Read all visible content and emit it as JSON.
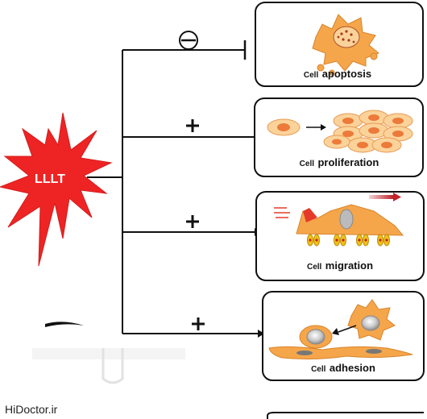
{
  "source_label": "LLLT",
  "effects": [
    {
      "sign": "minus",
      "cell_word": "Cell",
      "process_word": "apoptosis"
    },
    {
      "sign": "+",
      "cell_word": "Cell",
      "process_word": "proliferation"
    },
    {
      "sign": "+",
      "cell_word": "Cell",
      "process_word": "migration"
    },
    {
      "sign": "+",
      "cell_word": "Cell",
      "process_word": "adhesion"
    }
  ],
  "watermark": "HiDoctor.ir",
  "colors": {
    "starburst": "#ee2424",
    "cell_orange": "#f5a64a",
    "cell_light": "#fbd39a",
    "nucleus": "#ec7a3a",
    "line": "#111111",
    "migration_arrow": "#c0242a"
  }
}
